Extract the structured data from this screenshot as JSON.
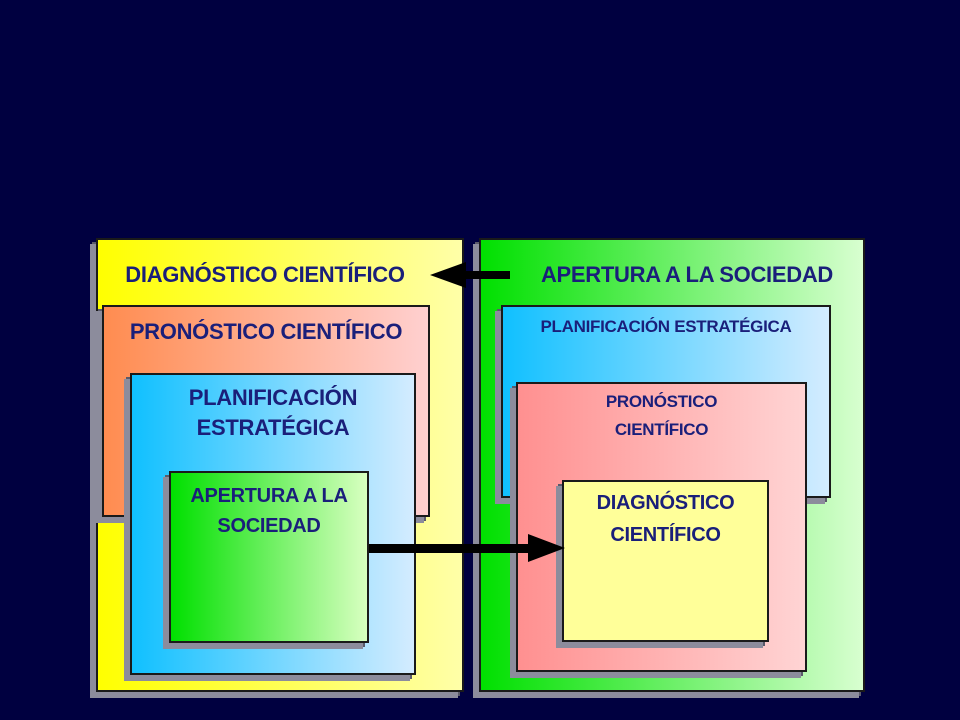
{
  "left_panel": {
    "title": "DIAGNÓSTICO CIENTÍFICO",
    "level2": "PRONÓSTICO CIENTÍFICO",
    "level3_line1": "PLANIFICACIÓN",
    "level3_line2": "ESTRATÉGICA",
    "level4_line1": "APERTURA A LA",
    "level4_line2": "SOCIEDAD"
  },
  "right_panel": {
    "title": "APERTURA A LA SOCIEDAD",
    "level2": "PLANIFICACIÓN ESTRATÉGICA",
    "level3_line1": "PRONÓSTICO",
    "level3_line2": "CIENTÍFICO",
    "level4_line1": "DIAGNÓSTICO",
    "level4_line2": "CIENTÍFICO"
  },
  "colors": {
    "background": "#000040",
    "yellow": "#ffff99",
    "green": "#00e000",
    "orange": "#ff9060",
    "blue": "#20c0ff",
    "pink": "#ff9090",
    "text": "#1a1f7a"
  }
}
